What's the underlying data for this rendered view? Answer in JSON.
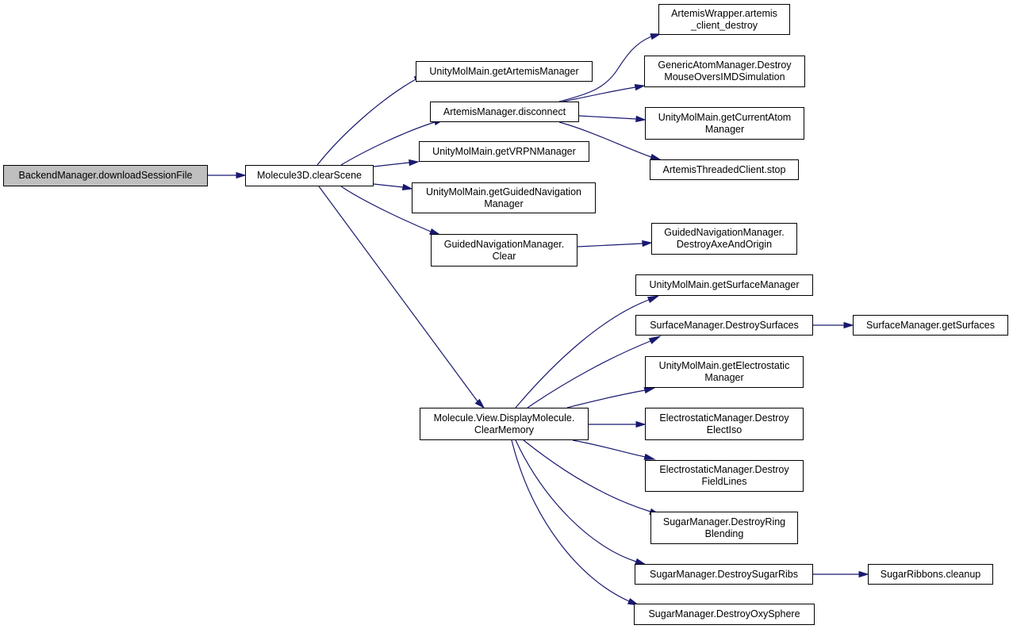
{
  "nodes": {
    "n0": "BackendManager.downloadSessionFile",
    "n1": "Molecule3D.clearScene",
    "n2": "UnityMolMain.getArtemisManager",
    "n3": "ArtemisManager.disconnect",
    "n4": "UnityMolMain.getVRPNManager",
    "n5": "UnityMolMain.getGuidedNavigation\nManager",
    "n6": "GuidedNavigationManager.\nClear",
    "n7": "Molecule.View.DisplayMolecule.\nClearMemory",
    "n8": "ArtemisWrapper.artemis\n_client_destroy",
    "n9": "GenericAtomManager.Destroy\nMouseOversIMDSimulation",
    "n10": "UnityMolMain.getCurrentAtom\nManager",
    "n11": "ArtemisThreadedClient.stop",
    "n12": "GuidedNavigationManager.\nDestroyAxeAndOrigin",
    "n13": "UnityMolMain.getSurfaceManager",
    "n14": "SurfaceManager.DestroySurfaces",
    "n15": "UnityMolMain.getElectrostatic\nManager",
    "n16": "ElectrostaticManager.Destroy\nElectIso",
    "n17": "ElectrostaticManager.Destroy\nFieldLines",
    "n18": "SugarManager.DestroyRing\nBlending",
    "n19": "SugarManager.DestroySugarRibs",
    "n20": "SugarManager.DestroyOxySphere",
    "n21": "SurfaceManager.getSurfaces",
    "n22": "SugarRibbons.cleanup"
  },
  "colors": {
    "edge": "#191970",
    "root_fill": "#bfbfbf",
    "node_fill": "#ffffff",
    "border": "#000000"
  }
}
